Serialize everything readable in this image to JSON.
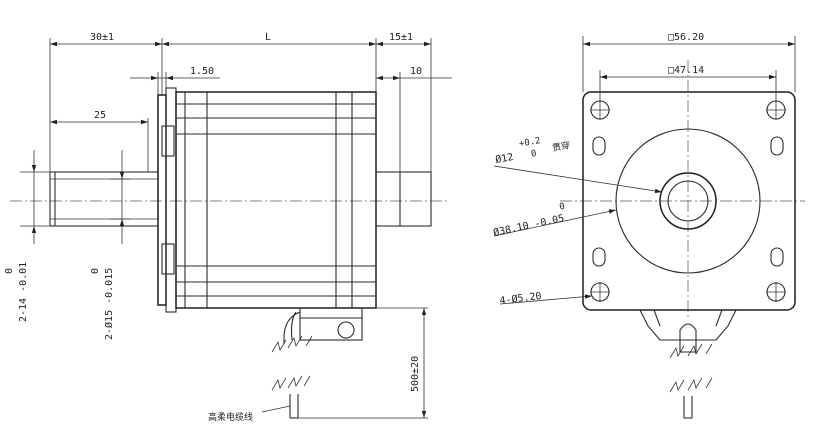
{
  "side_view": {
    "dims": {
      "shaft_length": "30±1",
      "body_length": "L",
      "rear_boss": "15±1",
      "flange_thickness": "1.50",
      "rear_step": "10",
      "flat_length": "25",
      "cable_length": "500±20"
    },
    "vertical_dims": {
      "flat_upper": "0",
      "flat_lower": "2-14 -0.01",
      "shaft_upper": "0",
      "shaft_lower": "2-Ø15 -0.015"
    },
    "cable_label": "高柔电缆线"
  },
  "front_view": {
    "dims": {
      "outer_square": "□56.20",
      "inner_square": "□47.14"
    },
    "callouts": {
      "bore_tol_upper": "+0.2",
      "bore_main": "Ø12",
      "bore_tol_lower": "0",
      "bore_note": "贯穿",
      "pilot_tol_upper": "0",
      "pilot_main": "Ø38.10 -0.05",
      "mounting_holes": "4-Ø5.20"
    }
  },
  "colors": {
    "line": "#222222",
    "background": "#ffffff"
  }
}
